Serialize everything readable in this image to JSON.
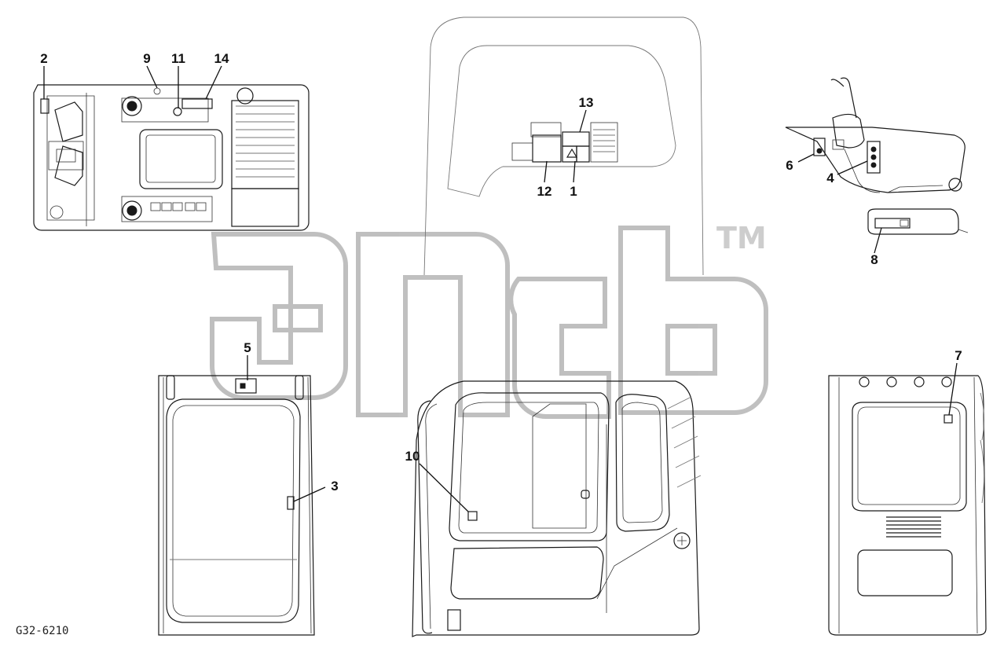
{
  "drawing_code": "G32-6210",
  "watermark": {
    "tm": "TM"
  },
  "callouts": [
    {
      "id": "c1",
      "text": "1"
    },
    {
      "id": "c2",
      "text": "2"
    },
    {
      "id": "c3",
      "text": "3"
    },
    {
      "id": "c4",
      "text": "4"
    },
    {
      "id": "c5",
      "text": "5"
    },
    {
      "id": "c6",
      "text": "6"
    },
    {
      "id": "c7",
      "text": "7"
    },
    {
      "id": "c8",
      "text": "8"
    },
    {
      "id": "c9",
      "text": "9"
    },
    {
      "id": "c10",
      "text": "10"
    },
    {
      "id": "c11",
      "text": "11"
    },
    {
      "id": "c12",
      "text": "12"
    },
    {
      "id": "c13",
      "text": "13"
    },
    {
      "id": "c14",
      "text": "14"
    }
  ]
}
